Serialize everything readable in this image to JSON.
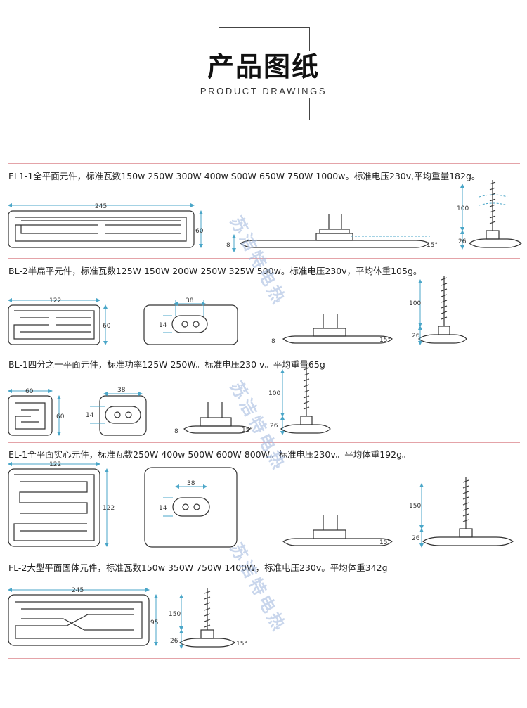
{
  "header": {
    "title": "产品图纸",
    "subtitle": "PRODUCT DRAWINGS"
  },
  "watermark": "苏洁特电热",
  "sections": [
    {
      "caption": "EL1-1全平面元件，标准瓦数150w 250W 300W 400w S00W 650W 750W 1000w。标准电压230v,平均重量182g。",
      "dims": {
        "width": "245",
        "height": "60",
        "thickness": "8",
        "angle": "15°",
        "pin_height": "100",
        "base": "26"
      }
    },
    {
      "caption": "BL-2半扁平元件，标准瓦数125W 150W 200W 250W 325W 500w。标准电压230v，平均体重105g。",
      "dims": {
        "width": "122",
        "height": "60",
        "socket_w": "38",
        "socket_h": "14",
        "thickness": "8",
        "angle": "15°",
        "pin_height": "100",
        "base": "26"
      }
    },
    {
      "caption": "BL-1四分之一平面元件，标准功率125W 250W。标准电压230 v。平均重量65g",
      "dims": {
        "width": "60",
        "height": "60",
        "socket_w": "38",
        "socket_h": "14",
        "thickness": "8",
        "angle": "15°",
        "pin_height": "100",
        "base": "26"
      }
    },
    {
      "caption": "EL-1全平面实心元件，标准瓦数250W 400w 500W 600W 800W。标准电压230v。平均体重192g。",
      "dims": {
        "width": "122",
        "height": "122",
        "socket_w": "38",
        "socket_h": "14",
        "angle": "15°",
        "pin_height": "150",
        "base": "26"
      }
    },
    {
      "caption": "FL-2大型平面固体元件，标准瓦数150w 350W 750W 1400W，标准电压230v。平均体重342g",
      "dims": {
        "width": "245",
        "height": "95",
        "angle": "15°",
        "pin_height": "150",
        "base": "26"
      }
    }
  ]
}
